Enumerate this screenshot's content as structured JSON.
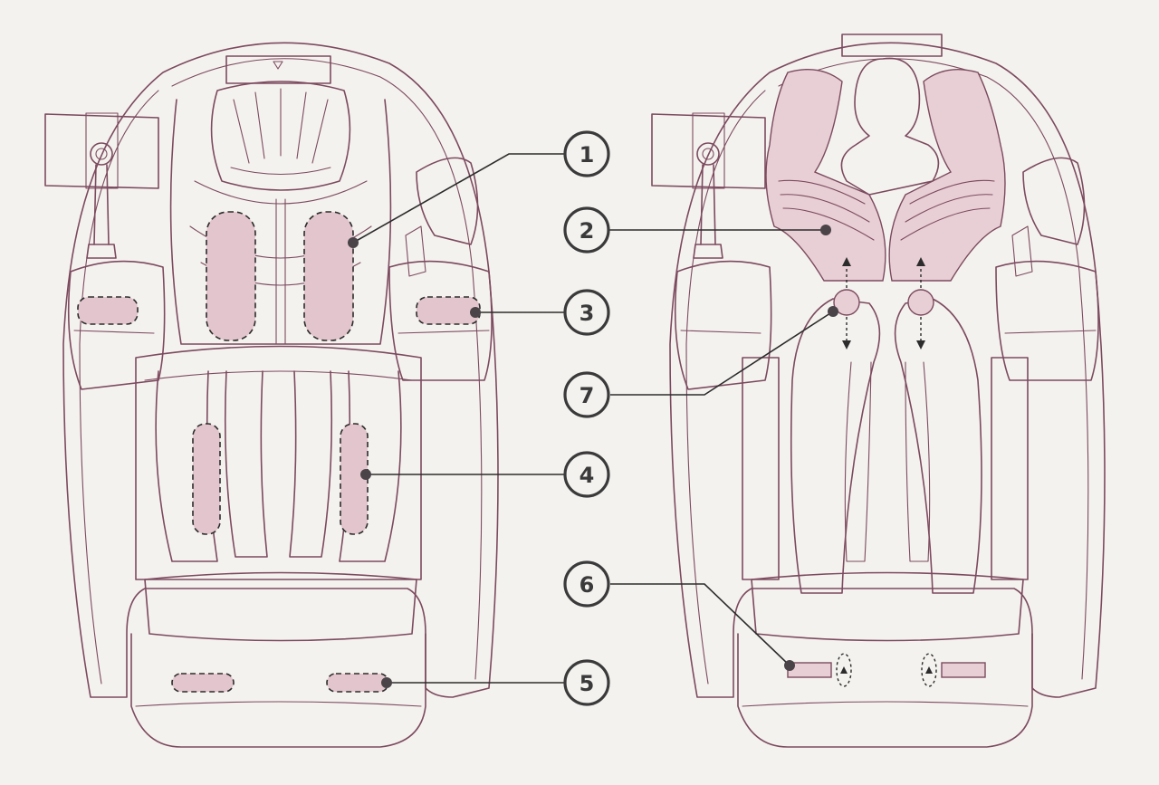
{
  "diagram": {
    "callouts": [
      {
        "id": "1",
        "label": "1"
      },
      {
        "id": "2",
        "label": "2"
      },
      {
        "id": "3",
        "label": "3"
      },
      {
        "id": "4",
        "label": "4"
      },
      {
        "id": "5",
        "label": "5"
      },
      {
        "id": "6",
        "label": "6"
      },
      {
        "id": "7",
        "label": "7"
      }
    ],
    "colors": {
      "background": "#f4f2ef",
      "outline": "#7c4a5e",
      "zone_fill": "#e3c6cd",
      "badge": "#3a3a3a"
    }
  }
}
